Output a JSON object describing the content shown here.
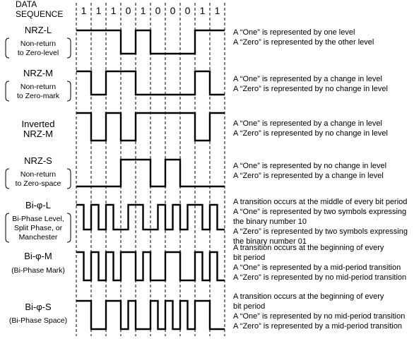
{
  "header": {
    "line1": "DATA",
    "line2": "SEQUENCE"
  },
  "data_sequence": [
    "1",
    "1",
    "1",
    "0",
    "1",
    "0",
    "0",
    "0",
    "1",
    "1"
  ],
  "rows": [
    {
      "id": "nrz-l",
      "title": [
        "NRZ-L"
      ],
      "subtitle": [
        "Non-return",
        "to Zero-level"
      ],
      "description": [
        "A “One” is represented by one level",
        "A “Zero” is represented by the other level"
      ],
      "waveform": [
        1,
        1,
        1,
        1,
        1,
        1,
        0,
        0,
        1,
        1,
        0,
        0,
        0,
        0,
        0,
        0,
        1,
        1,
        1,
        1
      ],
      "color": "#000000"
    },
    {
      "id": "nrz-m",
      "title": [
        "NRZ-M"
      ],
      "subtitle": [
        "Non-return",
        "to Zero-mark"
      ],
      "description": [
        "A “One” is represented by a change in level",
        "A “Zero” is represented by no change in level"
      ],
      "waveform": [
        1,
        1,
        0,
        0,
        1,
        1,
        1,
        1,
        0,
        0,
        0,
        0,
        0,
        0,
        0,
        0,
        1,
        1,
        0,
        0
      ],
      "color": "#000000"
    },
    {
      "id": "inv-nrz-m",
      "title": [
        "Inverted",
        "NRZ-M"
      ],
      "subtitle": [],
      "description": [
        "A “One” is represented by a change in level",
        "A “Zero” is represented by no change in level"
      ],
      "waveform": [
        1,
        1,
        0,
        0,
        1,
        1,
        0,
        0,
        1,
        1,
        1,
        1,
        1,
        1,
        1,
        1,
        0,
        0,
        1,
        1
      ],
      "color": "#000000"
    },
    {
      "id": "nrz-s",
      "title": [
        "NRZ-S"
      ],
      "subtitle": [
        "Non-return",
        "to Zero-space"
      ],
      "description": [
        "A “One” is represented by no change in level",
        "A “Zero” is represented by a change in level"
      ],
      "waveform": [
        0,
        0,
        0,
        0,
        0,
        0,
        1,
        1,
        1,
        1,
        0,
        0,
        1,
        1,
        0,
        0,
        0,
        0,
        0,
        0
      ],
      "color": "#000000"
    },
    {
      "id": "bi-phase-l",
      "title": [
        "Bi-φ-L"
      ],
      "subtitle": [
        "Bi-Phase Level,",
        "Split Phase, or",
        "Manchester"
      ],
      "description": [
        "A transition occurs at the middle of every bit period",
        "A “One” is represented by two symbols expressing",
        "the binary number 10",
        "A “Zero” is represented by two symbols expressing",
        "the binary number 01"
      ],
      "waveform": [
        1,
        0,
        1,
        0,
        1,
        0,
        0,
        1,
        1,
        0,
        0,
        1,
        0,
        1,
        0,
        1,
        1,
        0,
        1,
        0
      ],
      "color": "#000000"
    },
    {
      "id": "bi-phase-m",
      "title": [
        "Bi-φ-M"
      ],
      "subtitle": [
        "(Bi-Phase Mark)"
      ],
      "description": [
        "A transition occurs at the beginning of every",
        "bit period",
        "A “One” is represented by a mid-period transition",
        "A “Zero” is represented by no mid-period transition"
      ],
      "waveform": [
        1,
        0,
        1,
        0,
        1,
        0,
        1,
        1,
        0,
        1,
        0,
        0,
        1,
        1,
        0,
        0,
        1,
        0,
        1,
        0
      ],
      "color": "#000000"
    },
    {
      "id": "bi-phase-s",
      "title": [
        "Bi-φ-S"
      ],
      "subtitle": [
        "(Bi-Phase Space)"
      ],
      "description": [
        "A transition occurs at the beginning of every",
        "bit period",
        "A “One” is represented by no mid-period transition",
        "A “Zero” is represented by a mid-period transition"
      ],
      "waveform": [
        1,
        1,
        0,
        0,
        1,
        1,
        0,
        1,
        0,
        0,
        1,
        0,
        1,
        0,
        1,
        0,
        1,
        1,
        0,
        0
      ],
      "color": "#000000"
    }
  ]
}
